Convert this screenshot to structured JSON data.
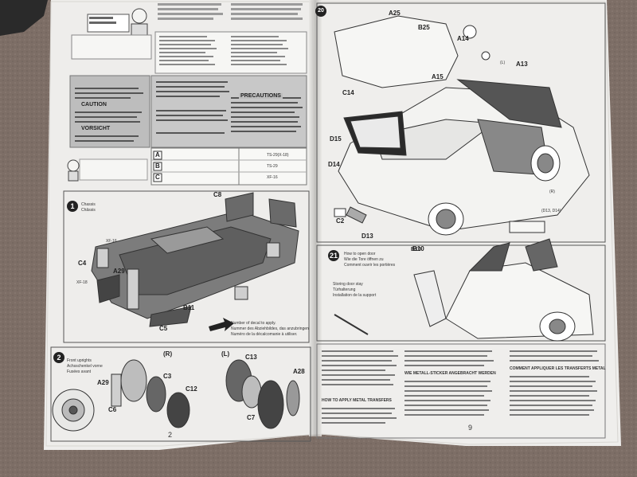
{
  "manual": {
    "left_page": {
      "page_number": "2",
      "headings": [
        "PRECAUTIONS",
        "VORSICHT",
        "CAUTION"
      ],
      "step1": {
        "number": "1",
        "title_lines": [
          "Chassis",
          "Châssis"
        ],
        "parts": [
          "C8",
          "C4",
          "A29",
          "B11",
          "C5",
          "XF-16",
          "XF-18"
        ],
        "note_lines": [
          "Number of decal to apply.",
          "Nummer des Abziehbildes, das anzubringen",
          "Numéro de la décalcomanie à utiliser."
        ]
      },
      "step2": {
        "number": "2",
        "title_lines": [
          "Front uprights",
          "Achsschenkel vorne",
          "Fusées avant"
        ],
        "side_labels": [
          "(R)",
          "(L)"
        ],
        "parts": [
          "C13",
          "C3",
          "C12",
          "C6",
          "A29",
          "A28",
          "C7"
        ]
      },
      "table": {
        "rows": [
          {
            "letter": "A",
            "code": "TS-29(X-18)"
          },
          {
            "letter": "B",
            "code": "TS-29"
          },
          {
            "letter": "C",
            "code": "XF-16"
          }
        ]
      }
    },
    "right_page": {
      "page_number": "9",
      "step20": {
        "number": "20",
        "parts": [
          "A25",
          "B25",
          "A14",
          "A13",
          "A15",
          "C14",
          "D15",
          "D14",
          "C2",
          "D13",
          "B10"
        ],
        "side_labels": [
          "(R)",
          "(L)",
          "(D13, D14)"
        ]
      },
      "step21": {
        "number": "21",
        "title_lines": [
          "How to open door",
          "Wie die Tore öffnen zu",
          "Comment ouvrir les portières"
        ],
        "sub_lines": [
          "Storing door stay",
          "Türhalterung",
          "Installation de la support"
        ],
        "parts": [
          "B10"
        ]
      },
      "transfer_heading": "HOW TO APPLY METAL TRANSFERS",
      "transfer_heading_de": "WIE METALL-STICKER ANGEBRACHT WERDEN",
      "transfer_heading_fr": "COMMENT APPLIQUER LES TRANSFERTS METAL"
    }
  },
  "colors": {
    "carpet": "#7d6e66",
    "paper": "#eeedeb",
    "shade": "#b9b9b9",
    "ink": "#222222"
  }
}
